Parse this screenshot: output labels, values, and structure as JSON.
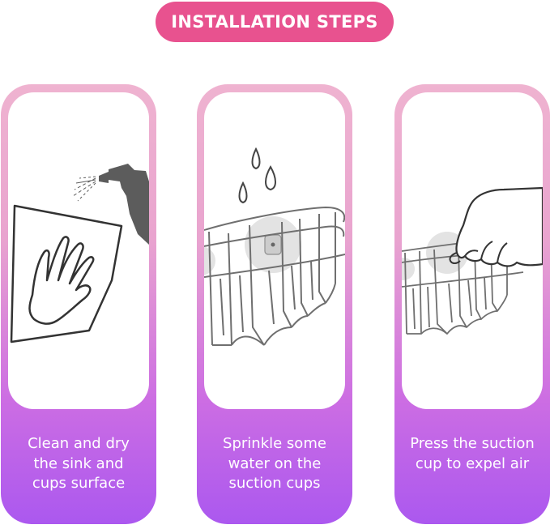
{
  "header": {
    "title": "INSTALLATION STEPS"
  },
  "colors": {
    "pill": "#e8528f",
    "card_top": "#efb3d0",
    "card_bottom": "#ab58ef",
    "icon_gray": "#5c5c5c"
  },
  "steps": [
    {
      "icon": "spray-bottle-cloth-icon",
      "caption_lines": [
        "Clean and dry",
        "the sink and",
        "cups surface"
      ]
    },
    {
      "icon": "water-drops-basket-icon",
      "caption_lines": [
        "Sprinkle some",
        "water on the",
        "suction cups"
      ]
    },
    {
      "icon": "hand-press-basket-icon",
      "caption_lines": [
        "Press the suction",
        "cup to expel air"
      ]
    }
  ]
}
